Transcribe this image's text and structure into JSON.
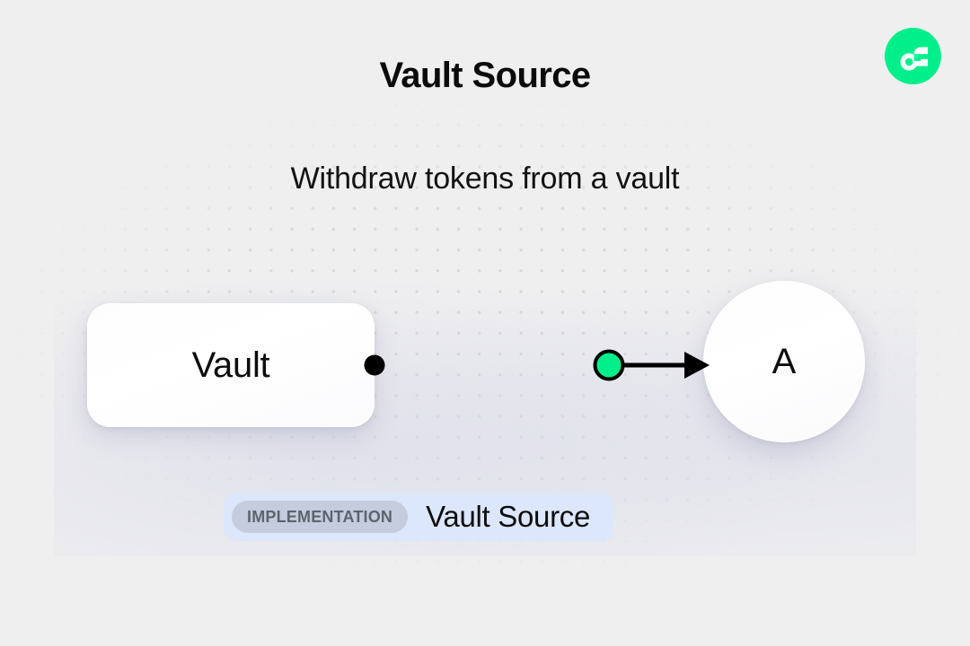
{
  "header": {
    "title": "Vault Source",
    "subtitle": "Withdraw tokens from a vault"
  },
  "brand": {
    "logo_icon": "flow-logo-icon",
    "logo_color": "#00ef8b",
    "mark_color": "#ffffff"
  },
  "diagram": {
    "nodes": [
      {
        "id": "vault",
        "label": "Vault",
        "shape": "rounded-rect"
      },
      {
        "id": "account",
        "label": "A",
        "shape": "circle"
      }
    ],
    "edge": {
      "source_handle_icon": "source-handle-dot",
      "source_handle_color": "#000000",
      "waypoint_icon": "waypoint-dot",
      "waypoint_color": "#00ef8b",
      "waypoint_ring_color": "#000000",
      "line_color": "#000000",
      "arrow_icon": "arrow-head-icon",
      "direction": "vault-to-account"
    },
    "background": {
      "canvas_color": "#efeff0",
      "dot_color": "#d7d7da"
    }
  },
  "footer": {
    "badge": {
      "tag": "IMPLEMENTATION",
      "name": "Vault Source",
      "tag_bg": "#c4ccdd",
      "badge_bg": "#dde7fb"
    }
  }
}
